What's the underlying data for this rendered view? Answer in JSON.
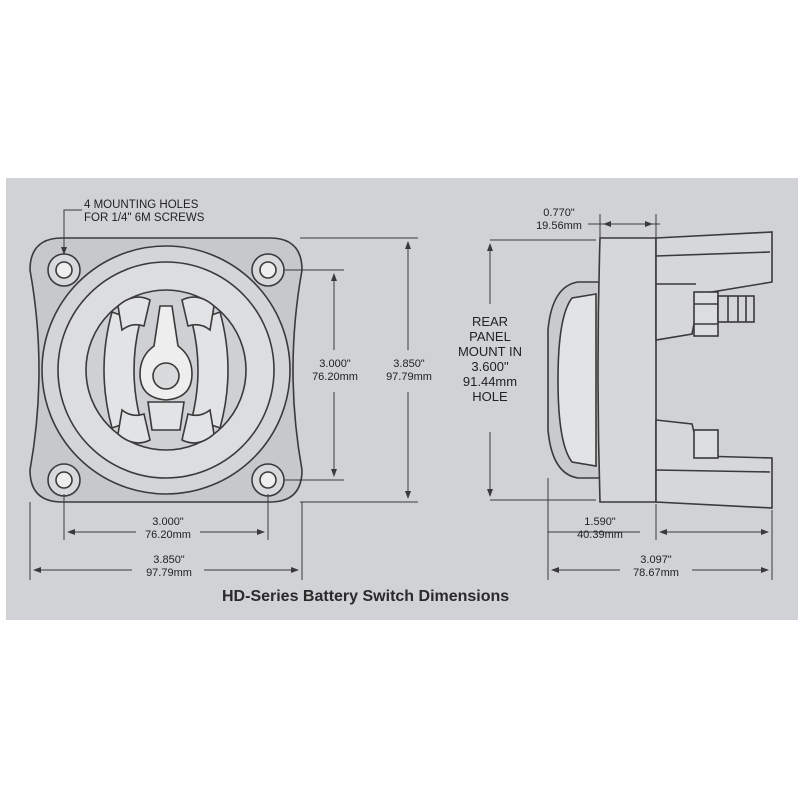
{
  "title": "HD-Series Battery Switch  Dimensions",
  "colors": {
    "panel_bg": "#d0d2d5",
    "line": "#3a3a3a",
    "part_fill": "#c6c8cb",
    "knob_fill": "#e2e3e5"
  },
  "front_view": {
    "mounting_holes_label": [
      "4 MOUNTING HOLES",
      "FOR 1/4\" 6M SCREWS"
    ],
    "hole_spacing_vertical": {
      "inch": "3.000\"",
      "mm": "76.20mm"
    },
    "overall_height": {
      "inch": "3.850\"",
      "mm": "97.79mm"
    },
    "hole_spacing_horizontal": {
      "inch": "3.000\"",
      "mm": "76.20mm"
    },
    "overall_width": {
      "inch": "3.850\"",
      "mm": "97.79mm"
    }
  },
  "side_view": {
    "knob_depth": {
      "inch": "0.770\"",
      "mm": "19.56mm"
    },
    "panel_mount_label": [
      "REAR",
      "PANEL",
      "MOUNT IN",
      "3.600\"",
      "91.44mm",
      "HOLE"
    ],
    "rear_depth": {
      "inch": "1.590\"",
      "mm": "40.39mm"
    },
    "overall_depth": {
      "inch": "3.097\"",
      "mm": "78.67mm"
    }
  }
}
